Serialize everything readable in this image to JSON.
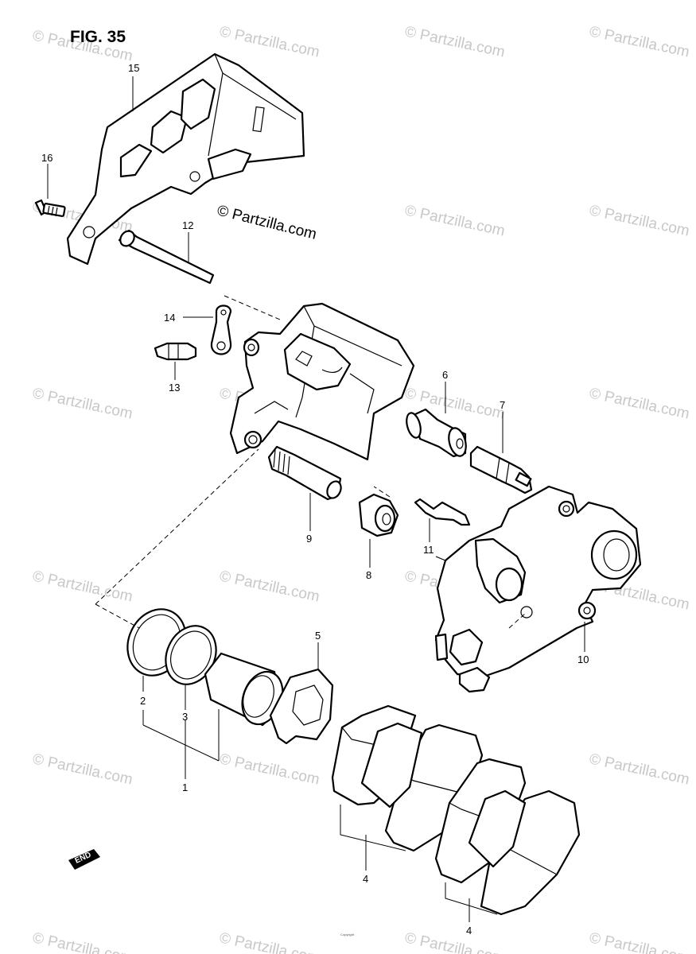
{
  "figure_title": "FIG. 35",
  "watermark_text": "© Partzilla.com",
  "center_watermark_text": "© Partzilla.com",
  "copyright_text": "Copyright",
  "end_mark": "END",
  "callouts": {
    "p1": "1",
    "p2": "2",
    "p3": "3",
    "p4a": "4",
    "p4b": "4",
    "p5": "5",
    "p6": "6",
    "p7": "7",
    "p8": "8",
    "p9": "9",
    "p10": "10",
    "p11": "11",
    "p12": "12",
    "p13": "13",
    "p14": "14",
    "p15": "15",
    "p16": "16"
  }
}
